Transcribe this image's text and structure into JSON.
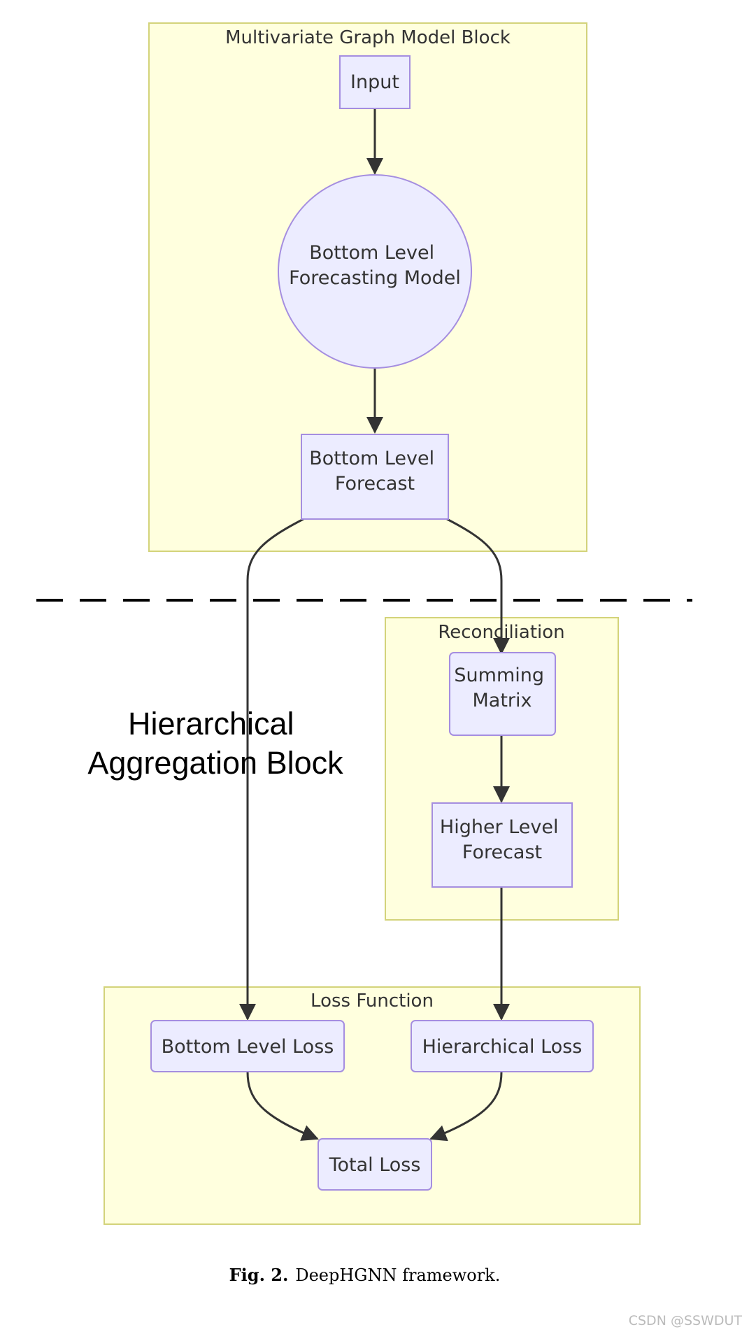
{
  "groups": {
    "multivariate": "Multivariate Graph Model Block",
    "reconciliation": "Reconciliation",
    "loss": "Loss Function"
  },
  "nodes": {
    "input": "Input",
    "bottom_model": [
      "Bottom Level",
      "Forecasting Model"
    ],
    "bottom_forecast": [
      "Bottom Level",
      "Forecast"
    ],
    "summing_matrix": [
      "Summing",
      "Matrix"
    ],
    "higher_forecast": [
      "Higher Level",
      "Forecast"
    ],
    "bottom_loss": "Bottom Level Loss",
    "hierarchical_loss": "Hierarchical Loss",
    "total_loss": "Total Loss"
  },
  "section_label": [
    "Hierarchical",
    "Aggregation Block"
  ],
  "caption": {
    "fig_tag": "Fig. 2.",
    "text": "DeepHGNN framework."
  },
  "watermark": "CSDN @SSWDUT",
  "colors": {
    "group_fill": "#ffffde",
    "group_stroke": "#d3d37a",
    "node_fill": "#ececff",
    "node_stroke": "#a58ee0",
    "edge": "#333333"
  }
}
